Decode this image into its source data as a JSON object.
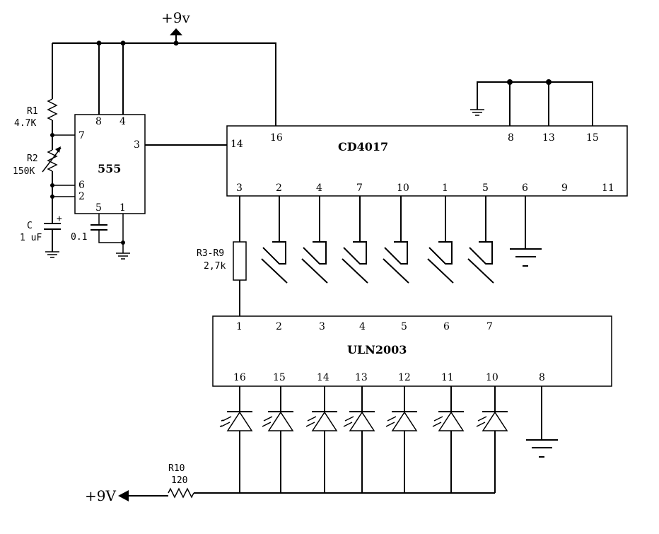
{
  "supply": {
    "top_label": "+9v",
    "bottom_label": "+9V"
  },
  "timer": {
    "name": "555",
    "pins": {
      "p8": "8",
      "p4": "4",
      "p7": "7",
      "p3": "3",
      "p6": "6",
      "p2": "2",
      "p5": "5",
      "p1": "1"
    }
  },
  "components": {
    "r1": {
      "name": "R1",
      "value": "4.7K"
    },
    "r2": {
      "name": "R2",
      "value": "150K"
    },
    "c": {
      "name": "C",
      "value": "1 uF",
      "polarity": "+"
    },
    "c2": {
      "value": "0.1"
    },
    "r3r9": {
      "name": "R3-R9",
      "value": "2,7k"
    },
    "r10": {
      "name": "R10",
      "value": "120"
    }
  },
  "counter": {
    "name": "CD4017",
    "top_pins": [
      "14",
      "16"
    ],
    "top_right_pins": [
      "8",
      "13",
      "15"
    ],
    "bottom_pins": [
      "3",
      "2",
      "4",
      "7",
      "10",
      "1",
      "5",
      "6",
      "9",
      "11"
    ]
  },
  "driver": {
    "name": "ULN2003",
    "top_pins": [
      "1",
      "2",
      "3",
      "4",
      "5",
      "6",
      "7"
    ],
    "bottom_pins": [
      "16",
      "15",
      "14",
      "13",
      "12",
      "11",
      "10",
      "8"
    ]
  }
}
